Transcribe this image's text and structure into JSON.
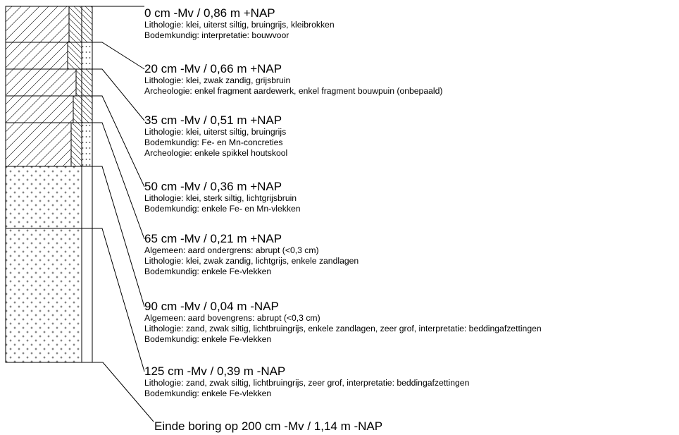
{
  "colors": {
    "line": "#000000",
    "background": "#ffffff"
  },
  "layers": [
    {
      "depth_label": "0 cm -Mv / 0,86 m +NAP",
      "top_cm": 0,
      "bottom_cm": 20,
      "pattern": "clay-hatch",
      "pedology_column": "hatch",
      "lines": [
        "Lithologie: klei, uiterst siltig, bruingrijs, kleibrokken",
        "Bodemkundig: interpretatie: bouwvoor"
      ]
    },
    {
      "depth_label": "20 cm -Mv / 0,66 m +NAP",
      "top_cm": 20,
      "bottom_cm": 35,
      "pattern": "clay-hatch",
      "pedology_column": "dots",
      "lines": [
        "Lithologie: klei, zwak zandig, grijsbruin",
        "Archeologie: enkel fragment aardewerk, enkel fragment bouwpuin (onbepaald)"
      ]
    },
    {
      "depth_label": "35 cm -Mv / 0,51 m +NAP",
      "top_cm": 35,
      "bottom_cm": 50,
      "pattern": "clay-hatch",
      "pedology_column": "hatch",
      "lines": [
        "Lithologie: klei, uiterst siltig, bruingrijs",
        "Bodemkundig: Fe- en Mn-concreties",
        "Archeologie: enkele spikkel houtskool"
      ]
    },
    {
      "depth_label": "50 cm -Mv / 0,36 m +NAP",
      "top_cm": 50,
      "bottom_cm": 65,
      "pattern": "clay-hatch",
      "pedology_column": "hatch",
      "lines": [
        "Lithologie: klei, sterk siltig, lichtgrijsbruin",
        "Bodemkundig: enkele Fe- en Mn-vlekken"
      ]
    },
    {
      "depth_label": "65 cm -Mv / 0,21 m +NAP",
      "top_cm": 65,
      "bottom_cm": 90,
      "pattern": "clay-hatch",
      "pedology_column": "dots",
      "lines": [
        "Algemeen: aard ondergrens: abrupt (<0,3 cm)",
        "Lithologie: klei, zwak zandig, lichtgrijs, enkele zandlagen",
        "Bodemkundig: enkele Fe-vlekken"
      ]
    },
    {
      "depth_label": "90 cm -Mv / 0,04 m -NAP",
      "top_cm": 90,
      "bottom_cm": 125,
      "pattern": "sand-crosses",
      "pedology_column": "empty",
      "lines": [
        "Algemeen: aard bovengrens: abrupt (<0,3 cm)",
        "Lithologie: zand, zwak siltig, lichtbruingrijs, enkele zandlagen, zeer grof, interpretatie: beddingafzettingen",
        "Bodemkundig: enkele Fe-vlekken"
      ]
    },
    {
      "depth_label": "125 cm -Mv / 0,39 m -NAP",
      "top_cm": 125,
      "bottom_cm": 200,
      "pattern": "sand-crosses",
      "pedology_column": "empty",
      "lines": [
        "Lithologie: zand, zwak siltig, lichtbruingrijs, zeer grof, interpretatie: beddingafzettingen",
        "Bodemkundig: enkele Fe-vlekken"
      ]
    }
  ],
  "end_label": "Einde boring op 200 cm -Mv / 1,14 m -NAP"
}
